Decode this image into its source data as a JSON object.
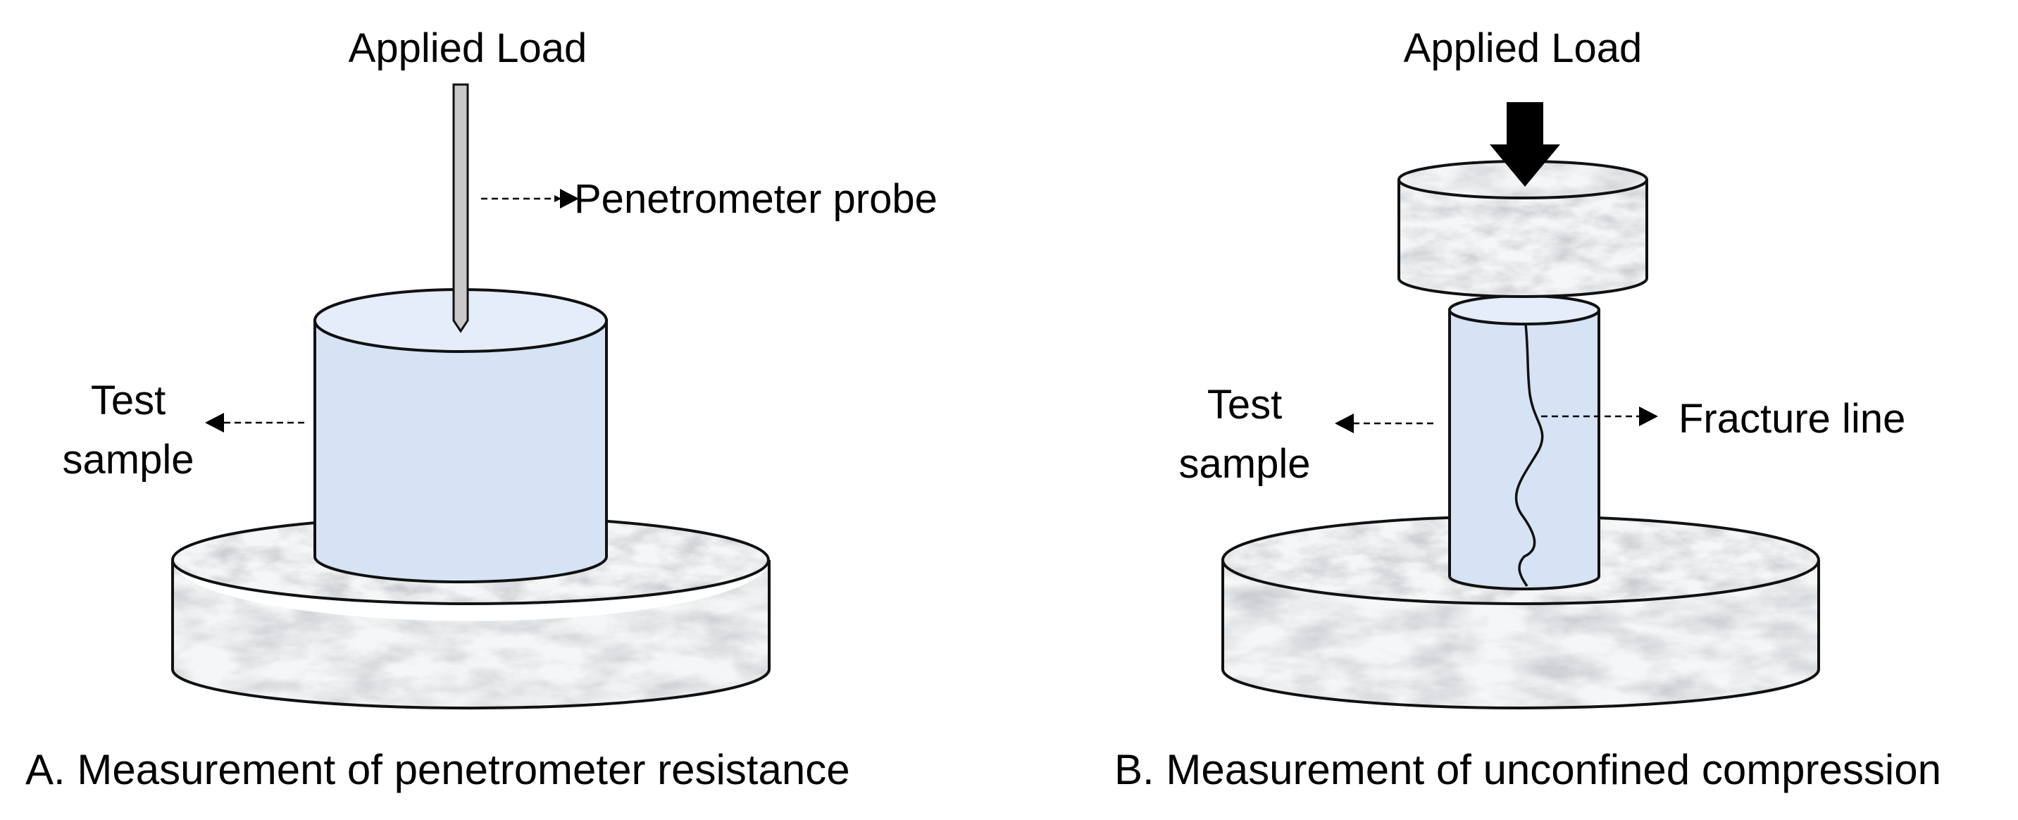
{
  "panel_a": {
    "applied_load": "Applied Load",
    "probe_label": "Penetrometer probe",
    "sample_label_line1": "Test",
    "sample_label_line2": "sample",
    "caption": "A. Measurement of penetrometer resistance"
  },
  "panel_b": {
    "applied_load": "Applied Load",
    "fracture_label": "Fracture line",
    "sample_label_line1": "Test",
    "sample_label_line2": "sample",
    "caption": "B. Measurement of unconfined compression"
  },
  "colors": {
    "sample_fill": "#d6e3f4",
    "sample_top": "#e4edf9",
    "marble_base": "#eceff1",
    "probe_fill": "#c9c9c9",
    "outline": "#111111"
  }
}
